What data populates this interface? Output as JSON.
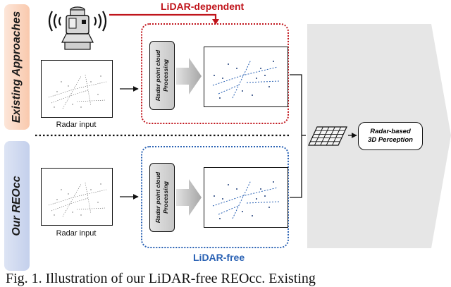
{
  "labels": {
    "existing": "Existing Approaches",
    "ours": "Our REOcc",
    "lidar_dependent": "LiDAR-dependent",
    "lidar_free": "LiDAR-free"
  },
  "inputs": {
    "top_caption": "Radar input",
    "bottom_caption": "Radar input"
  },
  "processing": {
    "top_line1": "Radar point cloud",
    "top_line2": "Processing",
    "bottom_line1": "Radar point cloud",
    "bottom_line2": "Processing"
  },
  "perception": {
    "line1": "Radar-based",
    "line2": "3D Perception"
  },
  "figure_caption": "Fig. 1.  Illustration of our LiDAR-free REOcc. Existing",
  "colors": {
    "red": "#c0141b",
    "blue": "#2a62b4",
    "orange_tint": "#f9c9ad",
    "blue_tint": "#c4d0ec"
  },
  "icons": [
    "lidar-sensor-icon",
    "grid-feature-icon",
    "funnel-arrow-icon"
  ]
}
